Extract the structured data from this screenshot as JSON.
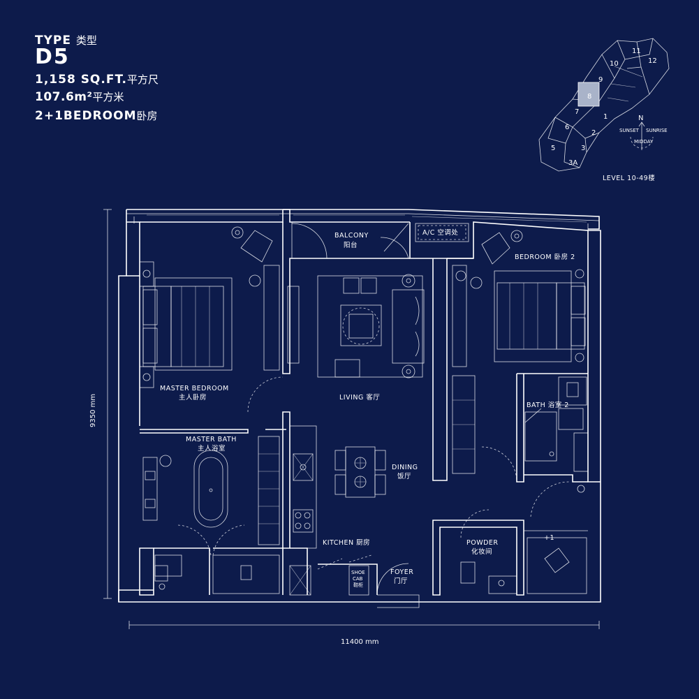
{
  "header": {
    "type_label": "TYPE",
    "type_label_cn": "类型",
    "unit_code": "D5",
    "area_sqft": "1,158 SQ.FT.",
    "area_sqft_cn": "平方尺",
    "area_sqm": "107.6m²",
    "area_sqm_cn": "平方米",
    "bedrooms": "2+1BEDROOM",
    "bedrooms_cn": "卧房"
  },
  "keyplan": {
    "units": [
      "11",
      "12",
      "10",
      "9",
      "8",
      "7",
      "1",
      "6",
      "2",
      "5",
      "3",
      "3A"
    ],
    "highlighted_unit": "8",
    "north": "N",
    "sunset": "SUNSET",
    "sunrise": "SUNRISE",
    "midday": "MIDDAY",
    "level": "LEVEL 10-49楼"
  },
  "rooms": {
    "balcony": "BALCONY",
    "balcony_cn": "阳台",
    "ac": "A/C 空调处",
    "bedroom2": "BEDROOM 卧房 2",
    "master_bedroom": "MASTER BEDROOM",
    "master_bedroom_cn": "主人卧房",
    "living": "LIVING 客厅",
    "master_bath": "MASTER BATH",
    "master_bath_cn": "主人浴室",
    "bath2": "BATH 浴室 2",
    "dining": "DINING",
    "dining_cn": "饭厅",
    "kitchen": "KITCHEN 厨房",
    "powder": "POWDER",
    "powder_cn": "化妆间",
    "plus_one": "+1",
    "shoe_cab_1": "SHOE",
    "shoe_cab_2": "CAB",
    "shoe_cab_cn": "鞋柜",
    "foyer": "FOYER",
    "foyer_cn": "门厅"
  },
  "dimensions": {
    "height": "9350 mm",
    "width": "11400 mm"
  }
}
